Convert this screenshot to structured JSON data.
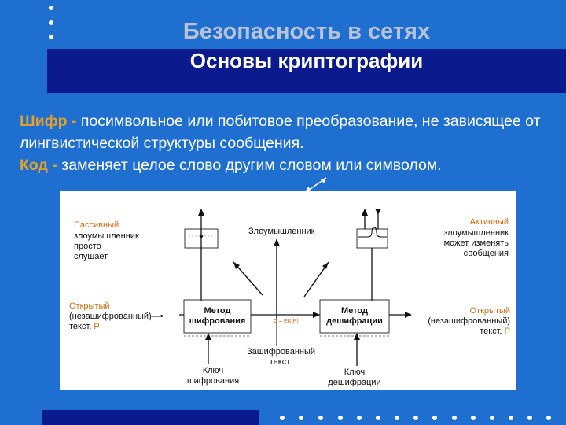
{
  "title": {
    "line1": "Безопасность в сетях",
    "line2": "Основы криптографии"
  },
  "definitions": [
    {
      "term": "Шифр",
      "dash": " - ",
      "text": "посимвольное или побитовое преобразование, не зависящее от лингвистической структуры сообщения."
    },
    {
      "term": "Код",
      "dash": " - ",
      "text": "заменяет целое слово другим словом или символом."
    }
  ],
  "diagram": {
    "passive": [
      "Пассивный",
      "злоумышленник",
      "просто",
      "слушает"
    ],
    "active": [
      "Активный",
      "злоумышленник",
      "может изменять",
      "сообщения"
    ],
    "intruder": "Злоумышленник",
    "plain_left": [
      "Открытый",
      "(незашифрованный)—•",
      "текст, ",
      "P"
    ],
    "plain_right": [
      "Открытый",
      "(незашифрованный)",
      "текст, ",
      "P"
    ],
    "enc_method": [
      "Метод",
      "шифрования"
    ],
    "dec_method": [
      "Метод",
      "дешифрации"
    ],
    "cipher_formula": "C = EK(P)",
    "ciphertext": [
      "Зашифрованный",
      "текст"
    ],
    "enc_key": [
      "Ключ",
      "шифрования"
    ],
    "dec_key": [
      "Ключ",
      "дешифрации"
    ]
  },
  "colors": {
    "background": "#1f6fd1",
    "title_bar": "#0b1a8c",
    "keyword": "#e0a030",
    "diagram_accent": "#d06a10"
  }
}
